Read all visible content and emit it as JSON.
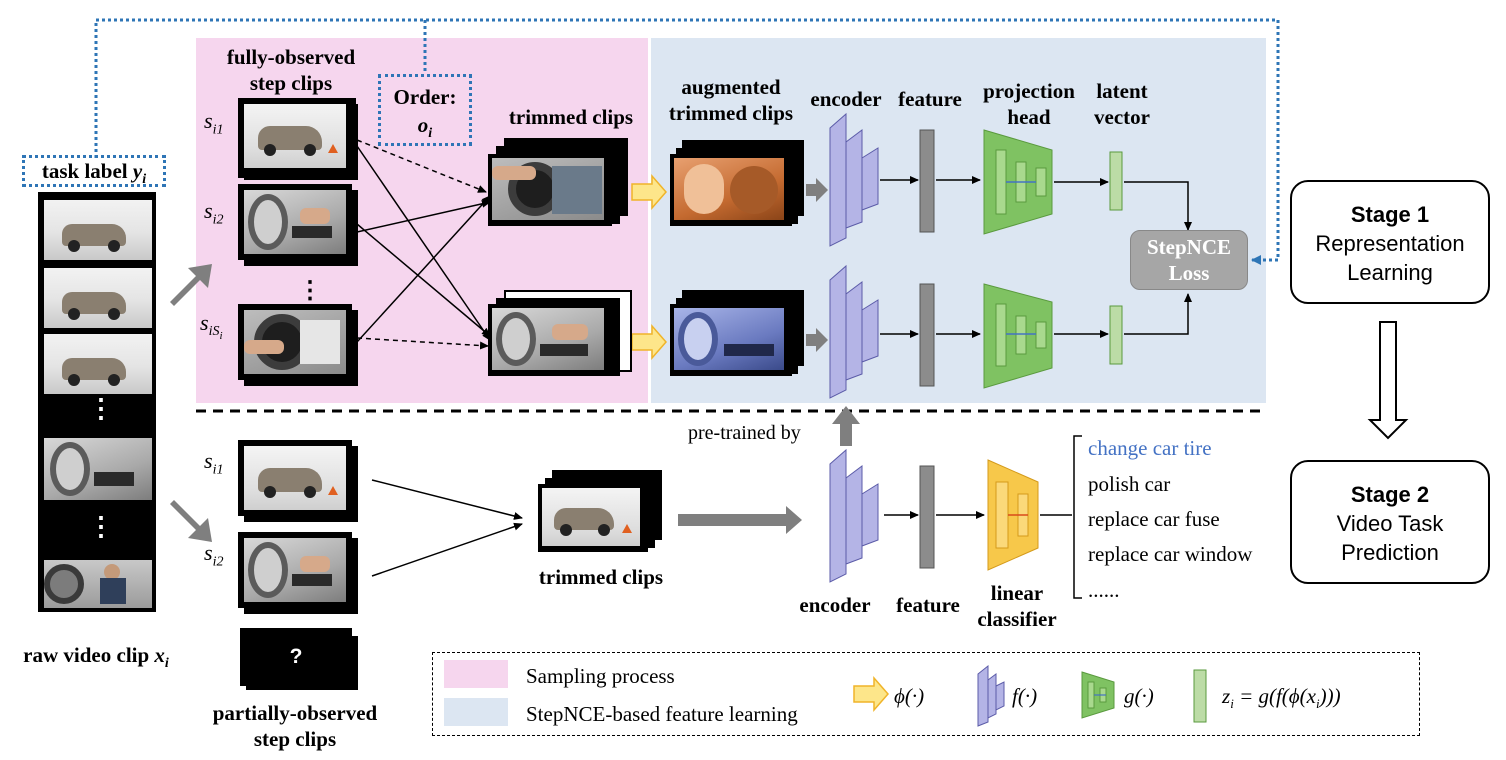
{
  "labels": {
    "fully_observed": "fully-observed\nstep clips",
    "order": "Order:",
    "order_var": "o",
    "order_sub": "i",
    "task_label": "task label ",
    "task_var": "y",
    "task_sub": "i",
    "trimmed_top": "trimmed clips",
    "augmented": "augmented\ntrimmed clips",
    "encoder_top": "encoder",
    "feature_top": "feature",
    "projection": "projection\nhead",
    "latent": "latent\nvector",
    "loss": "StepNCE\nLoss",
    "pretrained": "pre-trained by",
    "trimmed_bottom": "trimmed clips",
    "encoder_bottom": "encoder",
    "feature_bottom": "feature",
    "linear": "linear\nclassifier",
    "raw_clip": "raw video clip ",
    "raw_var": "x",
    "raw_sub": "i",
    "partial": "partially-observed\nstep clips",
    "question": "?",
    "s_i1": "s",
    "s_i2": "s",
    "s_iSi": "s",
    "sub_i1": "i1",
    "sub_i2": "i2",
    "sub_iSi": "iS",
    "sub_iSi_2": "i",
    "dots": "⋮"
  },
  "classes": {
    "items": [
      "change car tire",
      "polish car",
      "replace car fuse",
      "replace car window",
      "......"
    ],
    "highlight_color": "#4472c4"
  },
  "stages": {
    "stage1_title": "Stage 1",
    "stage1_desc": "Representation\nLearning",
    "stage2_title": "Stage 2",
    "stage2_desc": "Video Task\nPrediction"
  },
  "legend": {
    "sampling": "Sampling process",
    "stepnce": "StepNCE-based feature learning",
    "phi": "ϕ(·)",
    "f": "f(·)",
    "g": "g(·)",
    "z": "z",
    "z_sub": "i",
    "z_rhs": " = g(f(ϕ(x",
    "z_end": ")))"
  },
  "colors": {
    "sampling_bg": "#f6d6ee",
    "learning_bg": "#dce6f2",
    "encoder": "#b4b4e6",
    "projection": "#7fc262",
    "classifier": "#f7c84a",
    "latent": "#bcdca6",
    "feature": "#8c8c8c",
    "loss_bg": "#a6a6a6",
    "dotted_blue": "#2e75b6"
  }
}
